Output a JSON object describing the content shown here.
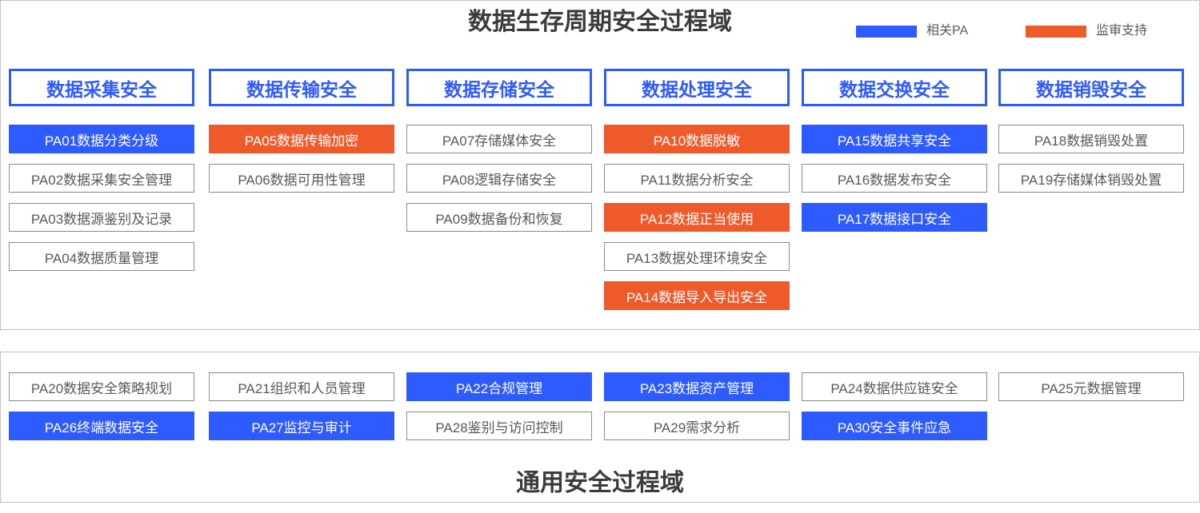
{
  "legend": [
    {
      "label": "相关PA",
      "color": "#2e5bff"
    },
    {
      "label": "监审支持",
      "color": "#ef5a2b"
    }
  ],
  "lifecycle": {
    "title": "数据生存周期安全过程域",
    "columns": [
      {
        "header": "数据采集安全",
        "items": [
          {
            "label": "PA01数据分类分级",
            "fill": "#2e5bff"
          },
          {
            "label": "PA02数据采集安全管理",
            "fill": "#ffffff"
          },
          {
            "label": "PA03数据源鉴别及记录",
            "fill": "#ffffff"
          },
          {
            "label": "PA04数据质量管理",
            "fill": "#ffffff"
          }
        ]
      },
      {
        "header": "数据传输安全",
        "items": [
          {
            "label": "PA05数据传输加密",
            "fill": "#ef5a2b"
          },
          {
            "label": "PA06数据可用性管理",
            "fill": "#ffffff"
          }
        ]
      },
      {
        "header": "数据存储安全",
        "items": [
          {
            "label": "PA07存储媒体安全",
            "fill": "#ffffff"
          },
          {
            "label": "PA08逻辑存储安全",
            "fill": "#ffffff"
          },
          {
            "label": "PA09数据备份和恢复",
            "fill": "#ffffff"
          }
        ]
      },
      {
        "header": "数据处理安全",
        "items": [
          {
            "label": "PA10数据脱敏",
            "fill": "#ef5a2b"
          },
          {
            "label": "PA11数据分析安全",
            "fill": "#ffffff"
          },
          {
            "label": "PA12数据正当使用",
            "fill": "#ef5a2b"
          },
          {
            "label": "PA13数据处理环境安全",
            "fill": "#ffffff"
          },
          {
            "label": "PA14数据导入导出安全",
            "fill": "#ef5a2b"
          }
        ]
      },
      {
        "header": "数据交换安全",
        "items": [
          {
            "label": "PA15数据共享安全",
            "fill": "#2e5bff"
          },
          {
            "label": "PA16数据发布安全",
            "fill": "#ffffff"
          },
          {
            "label": "PA17数据接口安全",
            "fill": "#2e5bff"
          }
        ]
      },
      {
        "header": "数据销毁安全",
        "items": [
          {
            "label": "PA18数据销毁处置",
            "fill": "#ffffff"
          },
          {
            "label": "PA19存储媒体销毁处置",
            "fill": "#ffffff"
          }
        ]
      }
    ]
  },
  "general": {
    "title": "通用安全过程域",
    "rows": [
      [
        {
          "label": "PA20数据安全策略规划",
          "fill": "#ffffff"
        },
        {
          "label": "PA21组织和人员管理",
          "fill": "#ffffff"
        },
        {
          "label": "PA22合规管理",
          "fill": "#2e5bff"
        },
        {
          "label": "PA23数据资产管理",
          "fill": "#2e5bff"
        },
        {
          "label": "PA24数据供应链安全",
          "fill": "#ffffff"
        },
        {
          "label": "PA25元数据管理",
          "fill": "#ffffff"
        }
      ],
      [
        {
          "label": "PA26终端数据安全",
          "fill": "#2e5bff"
        },
        {
          "label": "PA27监控与审计",
          "fill": "#2e5bff"
        },
        {
          "label": "PA28鉴别与访问控制",
          "fill": "#ffffff"
        },
        {
          "label": "PA29需求分析",
          "fill": "#ffffff"
        },
        {
          "label": "PA30安全事件应急",
          "fill": "#2e5bff"
        }
      ]
    ]
  }
}
